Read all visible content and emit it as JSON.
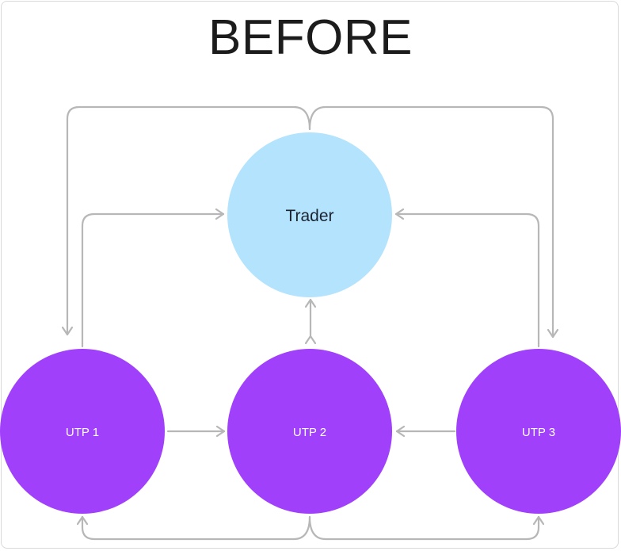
{
  "title": "BEFORE",
  "nodes": {
    "trader": {
      "label": "Trader",
      "color": "#b3e3fd",
      "text_color": "#1c2331"
    },
    "utp1": {
      "label": "UTP 1",
      "color": "#a040fb",
      "text_color": "#ffffff"
    },
    "utp2": {
      "label": "UTP 2",
      "color": "#a040fb",
      "text_color": "#ffffff"
    },
    "utp3": {
      "label": "UTP 3",
      "color": "#a040fb",
      "text_color": "#ffffff"
    }
  },
  "edges": [
    {
      "from": "UTP 1",
      "to": "Trader"
    },
    {
      "from": "Trader",
      "to": "UTP 1"
    },
    {
      "from": "UTP 3",
      "to": "Trader"
    },
    {
      "from": "Trader",
      "to": "UTP 3"
    },
    {
      "from": "Trader",
      "to": "UTP 2",
      "bidirectional": true
    },
    {
      "from": "UTP 1",
      "to": "UTP 2"
    },
    {
      "from": "UTP 3",
      "to": "UTP 2"
    },
    {
      "from": "UTP 2",
      "to": "UTP 1"
    },
    {
      "from": "UTP 2",
      "to": "UTP 3"
    }
  ],
  "colors": {
    "arrow": "#b7b7b7",
    "border": "#d9d9d9"
  }
}
